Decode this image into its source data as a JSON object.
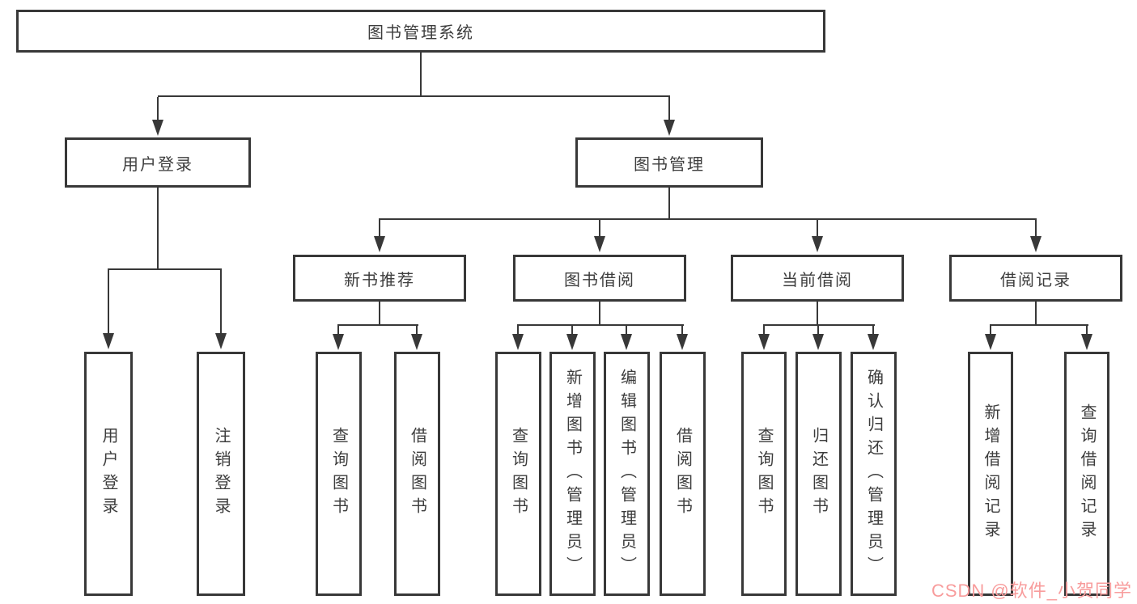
{
  "diagram_type": "org-chart-tree",
  "colors": {
    "line": "#383838",
    "box_border": "#383838",
    "text": "#3d3d3d",
    "background": "#ffffff",
    "watermark": "#f89c9c"
  },
  "tree": {
    "label": "图书管理系统",
    "children": [
      {
        "label": "用户登录",
        "children": [
          {
            "label": "用户登录"
          },
          {
            "label": "注销登录"
          }
        ]
      },
      {
        "label": "图书管理",
        "children": [
          {
            "label": "新书推荐",
            "children": [
              {
                "label": "查询图书"
              },
              {
                "label": "借阅图书"
              }
            ]
          },
          {
            "label": "图书借阅",
            "children": [
              {
                "label": "查询图书"
              },
              {
                "label": "新增图书（管理员）"
              },
              {
                "label": "编辑图书（管理员）"
              },
              {
                "label": "借阅图书"
              }
            ]
          },
          {
            "label": "当前借阅",
            "children": [
              {
                "label": "查询图书"
              },
              {
                "label": "归还图书"
              },
              {
                "label": "确认归还（管理员）"
              }
            ]
          },
          {
            "label": "借阅记录",
            "children": [
              {
                "label": "新增借阅记录"
              },
              {
                "label": "查询借阅记录"
              }
            ]
          }
        ]
      }
    ]
  },
  "watermark": {
    "text": "CSDN @软件_小贺同学"
  }
}
